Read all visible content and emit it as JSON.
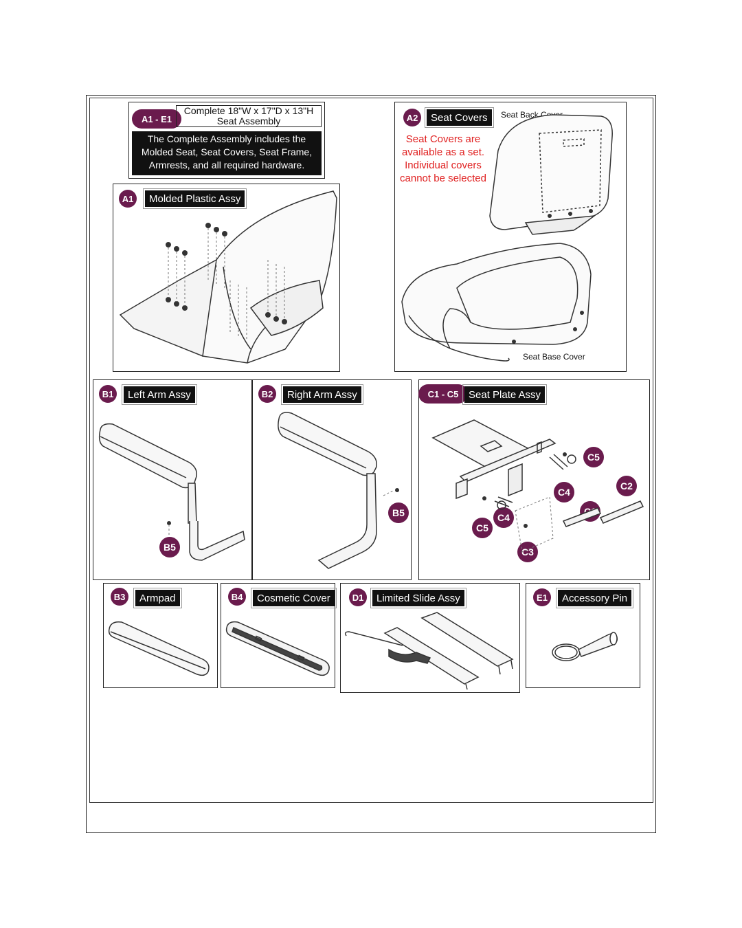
{
  "complete": {
    "badge": "A1 - E1",
    "title_line1": "Complete 18\"W x 17\"D x 13\"H",
    "title_line2": "Seat Assembly",
    "desc_line1": "The Complete Assembly includes the",
    "desc_line2": "Molded Seat, Seat Covers, Seat Frame,",
    "desc_line3": "Armrests, and all required hardware."
  },
  "a1": {
    "badge": "A1",
    "label": "Molded Plastic Assy"
  },
  "a2": {
    "badge": "A2",
    "label": "Seat Covers",
    "back_cover": "Seat Back Cover",
    "base_cover": "Seat Base Cover",
    "note_line1": "Seat Covers are",
    "note_line2": "available as a set.",
    "note_line3": "Individual covers",
    "note_line4": "cannot be selected",
    "note_color": "#e02020"
  },
  "b1": {
    "badge": "B1",
    "label": "Left Arm Assy",
    "callout": "B5"
  },
  "b2": {
    "badge": "B2",
    "label": "Right Arm Assy",
    "callout": "B5"
  },
  "c": {
    "badge": "C1 - C5",
    "label": "Seat Plate Assy",
    "callouts": {
      "c5a": "C5",
      "c4a": "C4",
      "c2": "C2",
      "c1": "C1",
      "c4b": "C4",
      "c5b": "C5",
      "c3": "C3"
    }
  },
  "b3": {
    "badge": "B3",
    "label": "Armpad"
  },
  "b4": {
    "badge": "B4",
    "label": "Cosmetic Cover"
  },
  "d1": {
    "badge": "D1",
    "label": "Limited Slide Assy"
  },
  "e1": {
    "badge": "E1",
    "label": "Accessory Pin"
  },
  "colors": {
    "badge": "#6a1b4d",
    "label_bg": "#111111"
  }
}
